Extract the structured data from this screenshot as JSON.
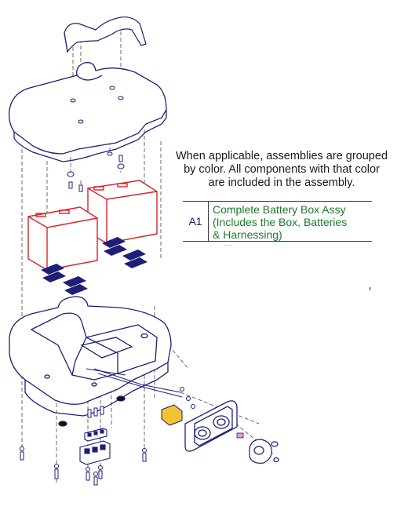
{
  "caption": {
    "line1": "When applicable, assemblies are grouped",
    "line2": "by color. All components with that color",
    "line3": "are included in the assembly."
  },
  "legend": {
    "code": "A1",
    "description_line1": "Complete Battery Box Assy",
    "description_line2": "(Includes the Box, Batteries",
    "description_line3": "& Harnessing)"
  },
  "colors": {
    "outline": "#1e1e78",
    "assembly_highlight": "#d8232a",
    "legend_text": "#1d7a2c",
    "code_text": "#1a1a6e",
    "connector_yellow": "#f2c230",
    "pad_blue": "#1e1e78"
  },
  "parts": [
    "handle-icon",
    "top-cover-icon",
    "battery-left-icon",
    "battery-right-icon",
    "battery-box-base-icon",
    "foam-pad-icons",
    "charger-port-plate-icon",
    "key-switch-cap-icon",
    "terminal-block-icon",
    "screw-icons",
    "washer-icons",
    "dashed-assembly-lines"
  ]
}
